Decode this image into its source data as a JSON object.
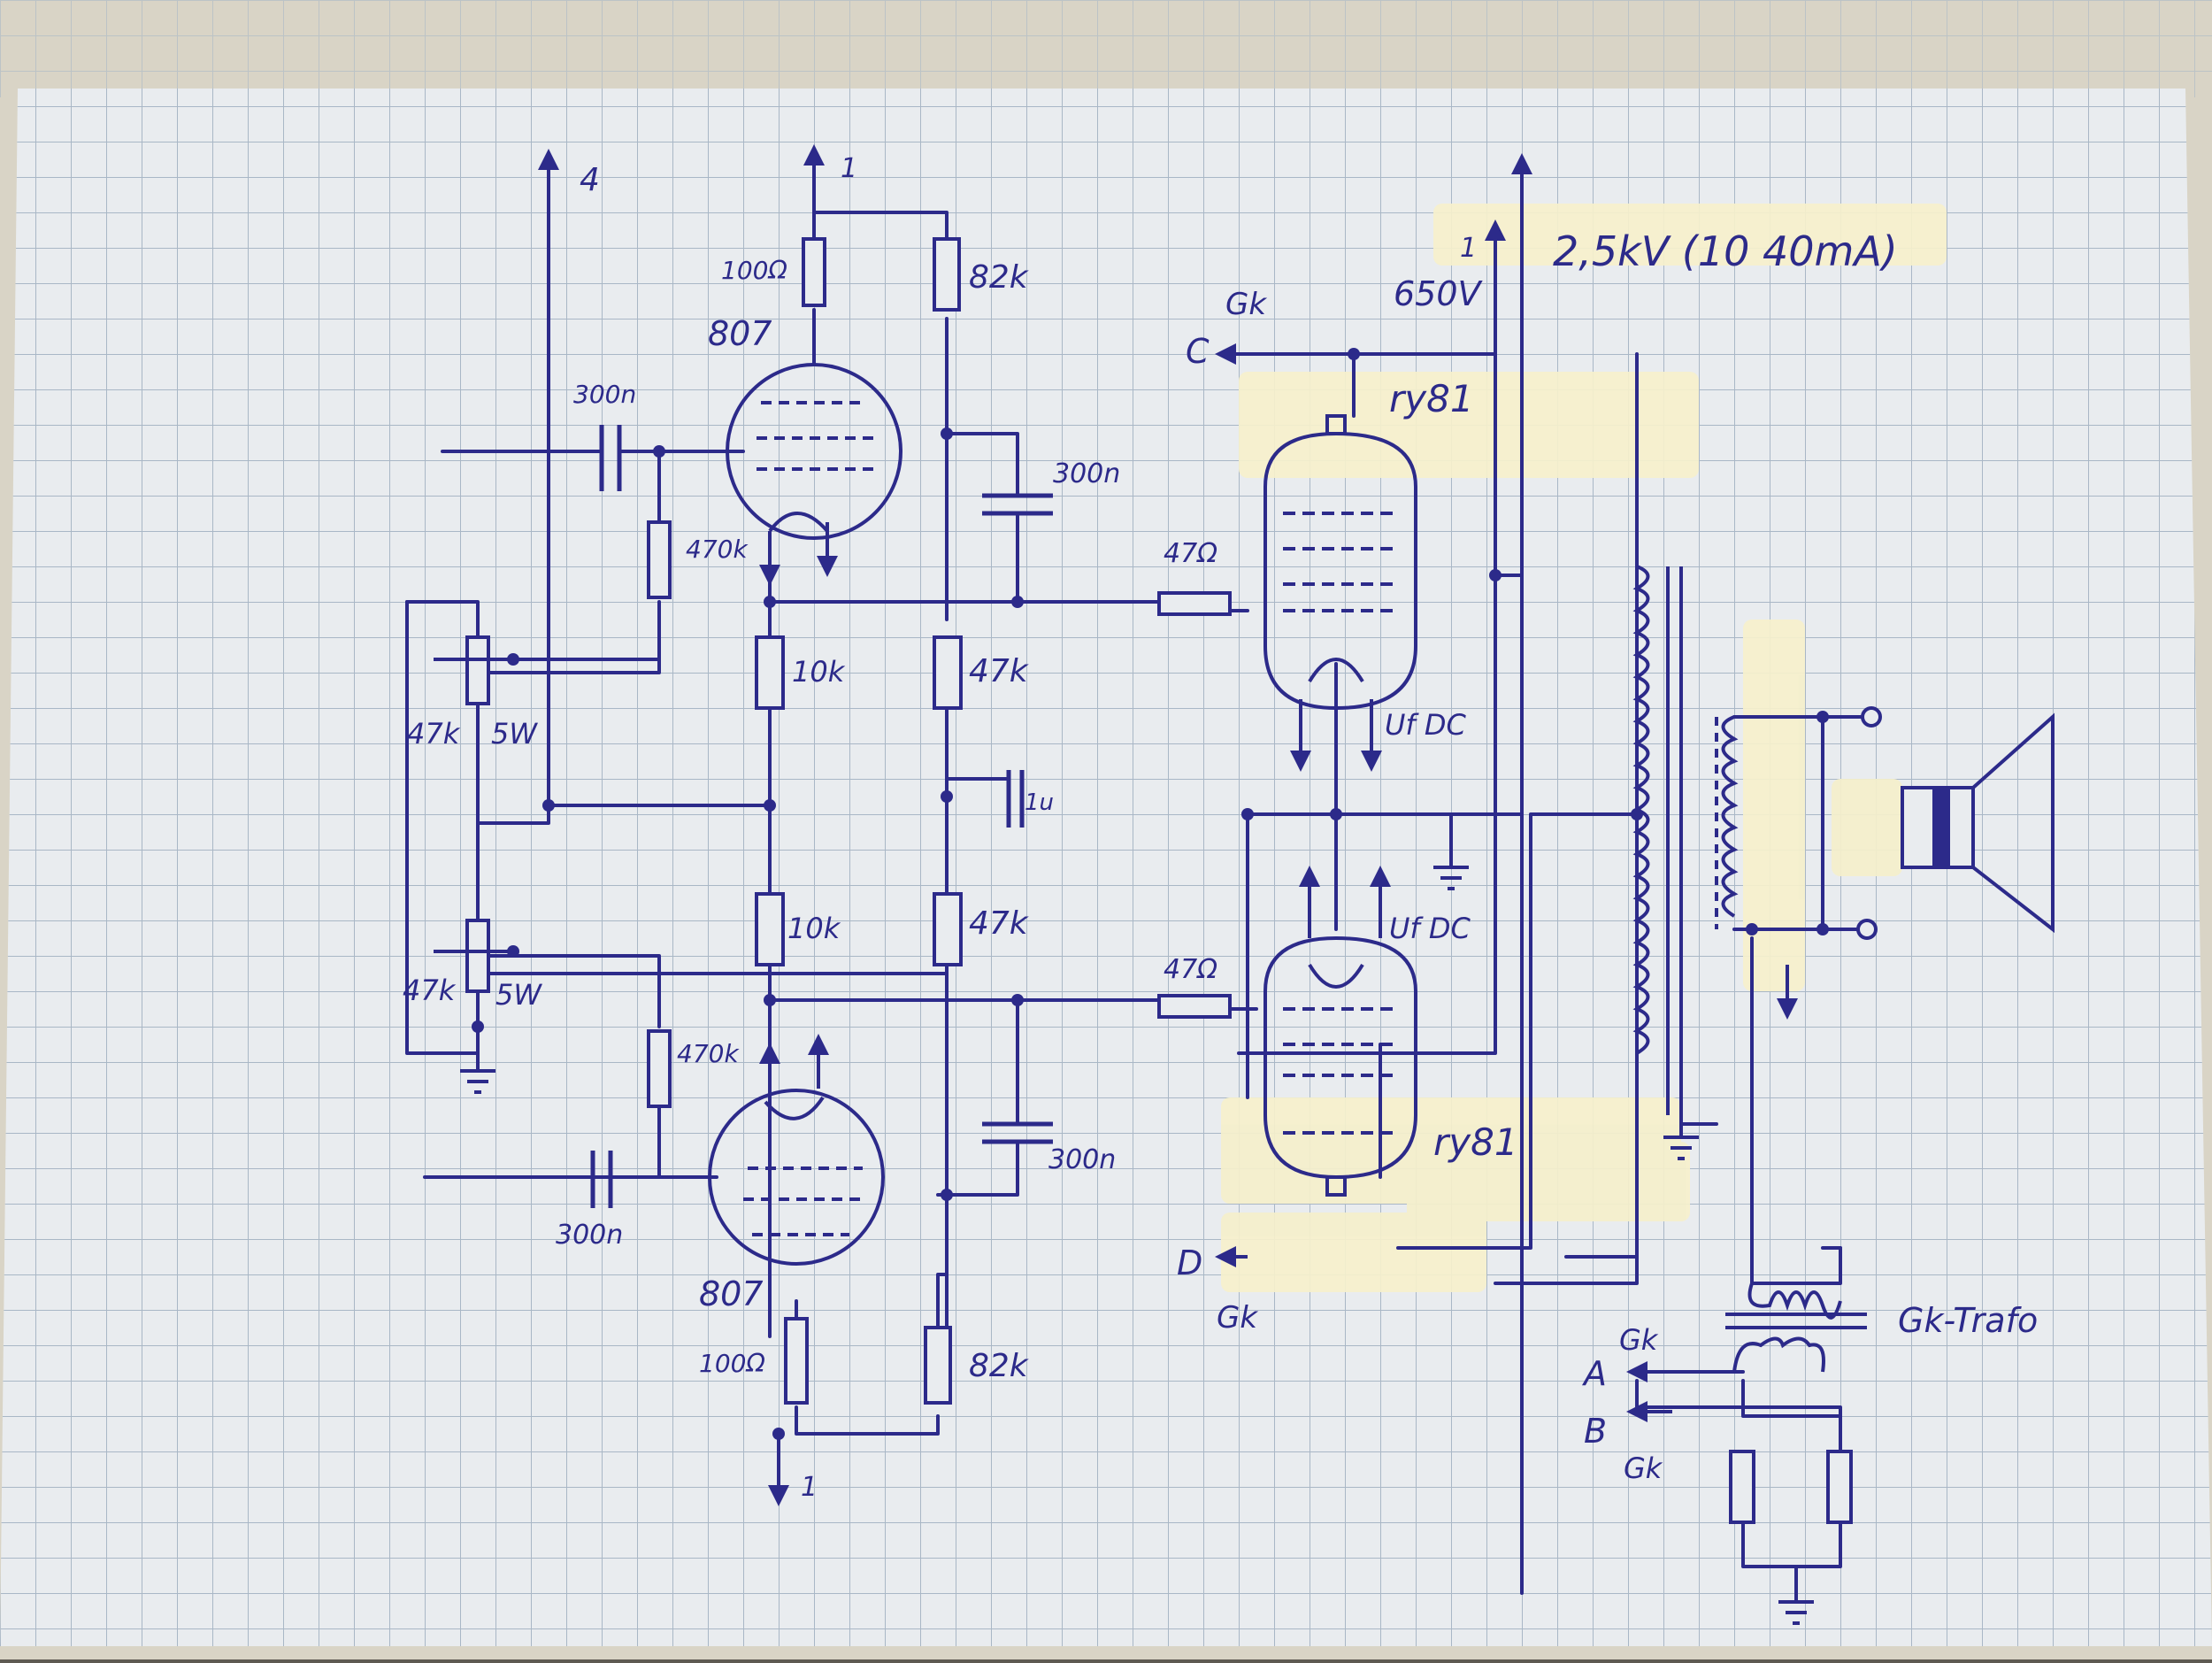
{
  "paper": {
    "background": "#e9ecef",
    "grid_color": "#a9b7c6",
    "ink_color": "#2c2a8a",
    "tape_color": "#f6f0cc",
    "frame_color": "#d9d4c6"
  },
  "labels": {
    "rail_4": "4",
    "rail_1_top": "1",
    "rail_1_bottom": "1",
    "rail_1_right": "1",
    "r_top_anode": "100Ω",
    "r_top_82k": "82k",
    "tube_top": "807",
    "cap_top_in": "300n",
    "cap_top_right": "300n",
    "r_top_grid": "470k",
    "r_47_top": "47Ω",
    "r_10k_top": "10k",
    "r_47k_top": "47k",
    "pot_top_r": "47k",
    "pot_top_w": "5W",
    "cap_1u": "1u",
    "r_10k_bottom": "10k",
    "r_47k_bottom": "47k",
    "pot_bottom_r": "47k",
    "pot_bottom_w": "5W",
    "r_bottom_grid": "470k",
    "r_47_bottom": "47Ω",
    "cap_bottom_right": "300n",
    "cap_bottom_in": "300n",
    "tube_bottom": "807",
    "r_bottom_anode": "100Ω",
    "r_bottom_82k": "82k",
    "hv_note": "2,5kV (10 40mA)",
    "hv_650": "650V",
    "gk_c": "Gk",
    "port_c": "C",
    "port_d": "D",
    "gk_d": "Gk",
    "tube_ry81_top": "ry81",
    "tube_ry81_bottom": "ry81",
    "uf_top": "Uf DC",
    "uf_bottom": "Uf DC",
    "gk_a": "Gk",
    "port_a": "A",
    "port_b": "B",
    "gk_b": "Gk",
    "gk_trafo": "Gk-Trafo"
  }
}
